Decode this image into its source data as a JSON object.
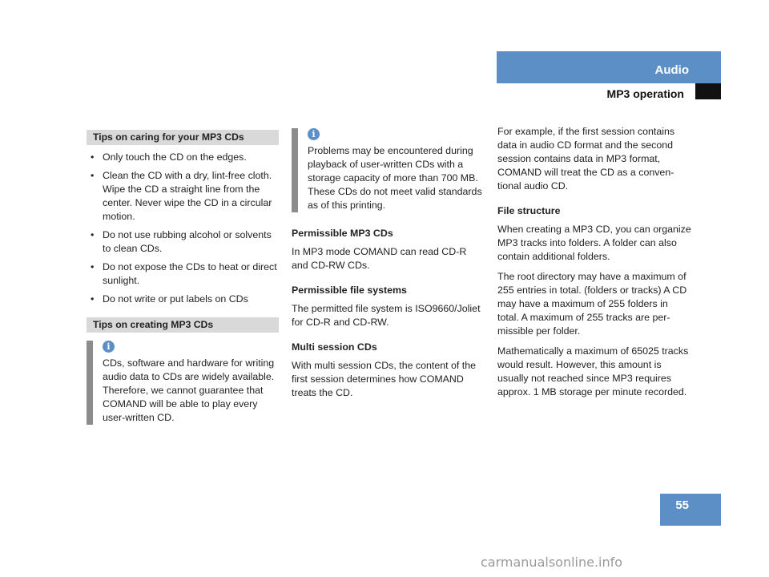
{
  "header": {
    "section": "Audio",
    "subsection": "MP3 operation"
  },
  "page_number": "55",
  "left_column": {
    "tips_caring_heading": "Tips on caring for your MP3 CDs",
    "caring_items": [
      "Only touch the CD on the edges.",
      "Clean the CD with a dry, lint-free cloth. Wipe the CD a straight line from the center. Never wipe the CD in a circular motion.",
      "Do not use rubbing alcohol or solvents to clean CDs.",
      "Do not expose the CDs to heat or direct sunlight.",
      "Do not write or put labels on CDs"
    ],
    "tips_creating_heading": "Tips on creating MP3 CDs",
    "creating_info": "CDs, software and hardware for writing audio data to CDs are widely available. Therefore, we cannot guarantee that COMAND will be able to play every user-written CD."
  },
  "middle_column": {
    "info_text": "Problems may be encountered during playback of user-written CDs with a storage capacity of more than 700 MB. These CDs do not meet valid standards as of this printing.",
    "permissible_cds_heading": "Permissible MP3 CDs",
    "permissible_cds_text": "In MP3 mode COMAND can read CD-R and CD-RW CDs.",
    "file_systems_heading": "Permissible file systems",
    "file_systems_text": "The permitted file system is ISO9660/Joliet for CD-R and CD-RW.",
    "multi_session_heading": "Multi session CDs",
    "multi_session_text": "With multi session CDs, the content of the first session determines how COMAND treats the CD."
  },
  "right_column": {
    "example_text": "For example, if the first session contains data in audio CD format and the second session contains data in MP3 format, COMAND will treat the CD as a conven-tional audio CD.",
    "file_structure_heading": "File structure",
    "file_structure_text": "When creating a MP3 CD, you can organize MP3 tracks into folders. A folder can also contain additional folders.",
    "root_directory_text": "The root directory may have a maximum of 255 entries in total. (folders or tracks) A CD may have a maximum of 255 folders in total. A maximum of 255 tracks are per-missible per folder.",
    "math_text": "Mathematically a maximum of 65025 tracks would result. However, this amount is usually not reached since MP3 requires approx. 1 MB storage per minute recorded."
  },
  "watermark": "carmanualsonline.info",
  "colors": {
    "accent_blue": "#5b8fc6",
    "heading_gray": "#d9d9d9",
    "info_bar": "#8c8c8c"
  }
}
